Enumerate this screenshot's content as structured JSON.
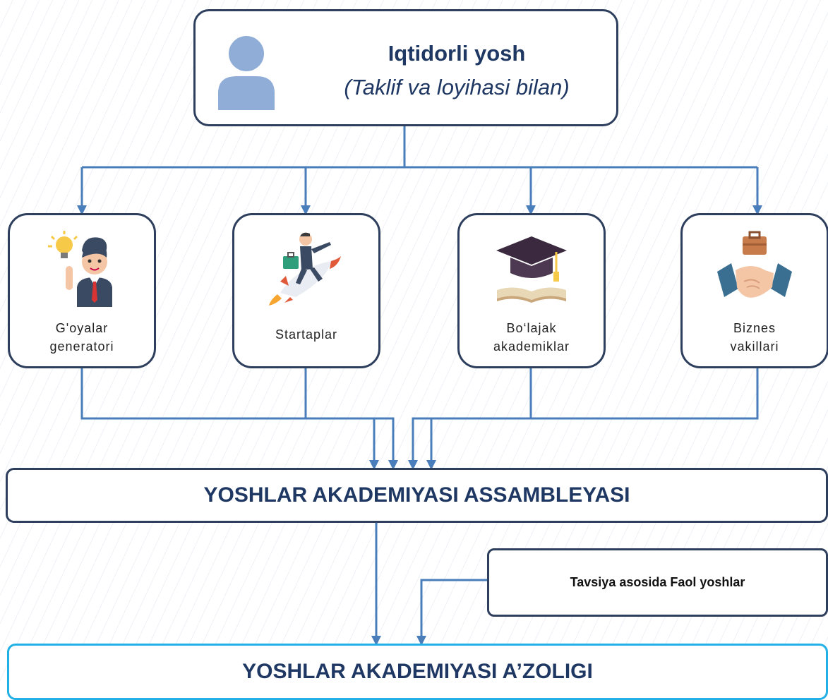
{
  "top": {
    "title": "Iqtidorli yosh",
    "subtitle": "(Taklif va loyihasi bilan)",
    "icon": "person-icon"
  },
  "categories": [
    {
      "line1": "G'oyalar",
      "line2": "generatori",
      "icon": "idea-businessman-icon"
    },
    {
      "line1": "Startaplar",
      "line2": "",
      "icon": "rocket-businessman-icon"
    },
    {
      "line1": "Bo‘lajak",
      "line2": "akademiklar",
      "icon": "graduation-cap-book-icon"
    },
    {
      "line1": "Biznes",
      "line2": "vakillari",
      "icon": "handshake-briefcase-icon"
    }
  ],
  "assembly": {
    "label": "YOSHLAR AKADEMIYASI ASSAMBLEYASI"
  },
  "recommendation": {
    "label": "Tavsiya asosida Faol yoshlar"
  },
  "membership": {
    "label": "YOSHLAR AKADEMIYASI A’ZOLIGI"
  },
  "colors": {
    "connector": "#4a7ebb",
    "border": "#2e3f5e",
    "membership_border": "#23b0e6",
    "title_text": "#1f3863"
  }
}
